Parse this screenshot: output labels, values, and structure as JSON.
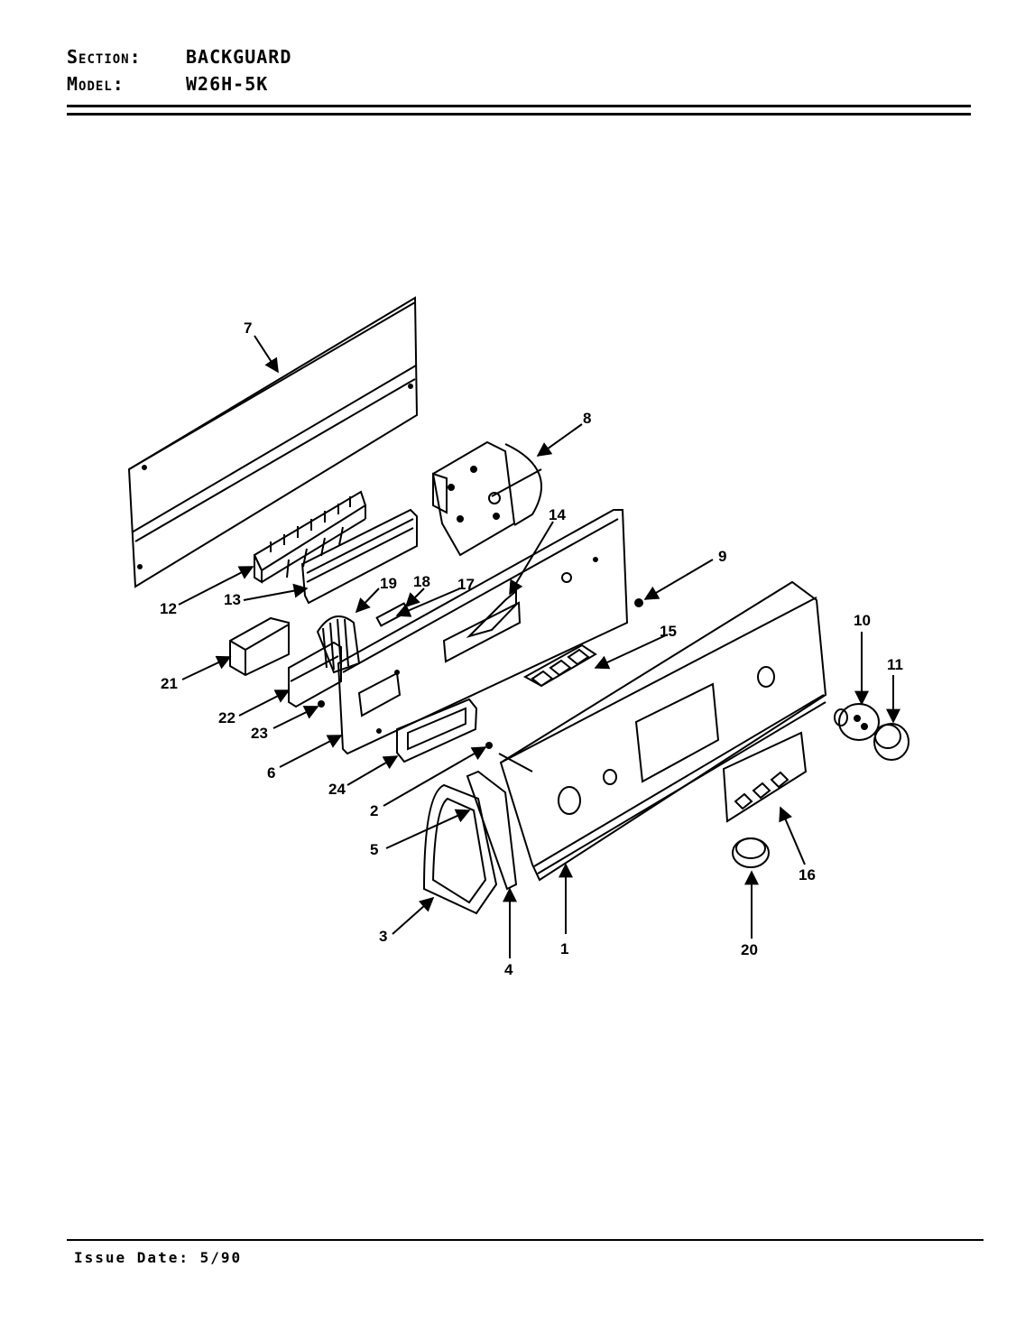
{
  "header": {
    "section_label": "Section:",
    "section_value": "BACKGUARD",
    "model_label": "Model:",
    "model_value": "W26H-5K"
  },
  "footer": {
    "issue_label": "Issue Date:",
    "issue_value": "5/90"
  },
  "callouts": {
    "c1": "1",
    "c2": "2",
    "c3": "3",
    "c4": "4",
    "c5": "5",
    "c6": "6",
    "c7": "7",
    "c8": "8",
    "c9": "9",
    "c10": "10",
    "c11": "11",
    "c12": "12",
    "c13": "13",
    "c14": "14",
    "c15": "15",
    "c16": "16",
    "c17": "17",
    "c18": "18",
    "c19": "19",
    "c20": "20",
    "c21": "21",
    "c22": "22",
    "c23": "23",
    "c24": "24"
  }
}
